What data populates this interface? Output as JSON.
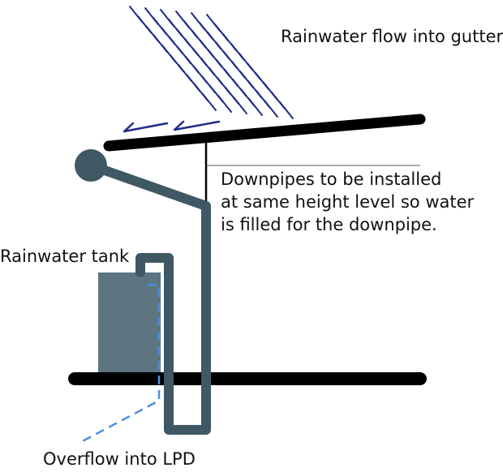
{
  "labels": {
    "rain_flow": "Rainwater flow into gutter",
    "downpipe_note": {
      "line1": "Downpipes to be installed",
      "line2": "at same height level so water",
      "line3": "is filled for the downpipe."
    },
    "tank": "Rainwater tank",
    "overflow": "Overflow into LPD"
  },
  "colors": {
    "rain": "#1f2a8a",
    "gutter": "#000000",
    "pipe": "#3f5863",
    "tank": "#5d7580",
    "overflow": "#4a90e0",
    "leader": "#000000"
  }
}
